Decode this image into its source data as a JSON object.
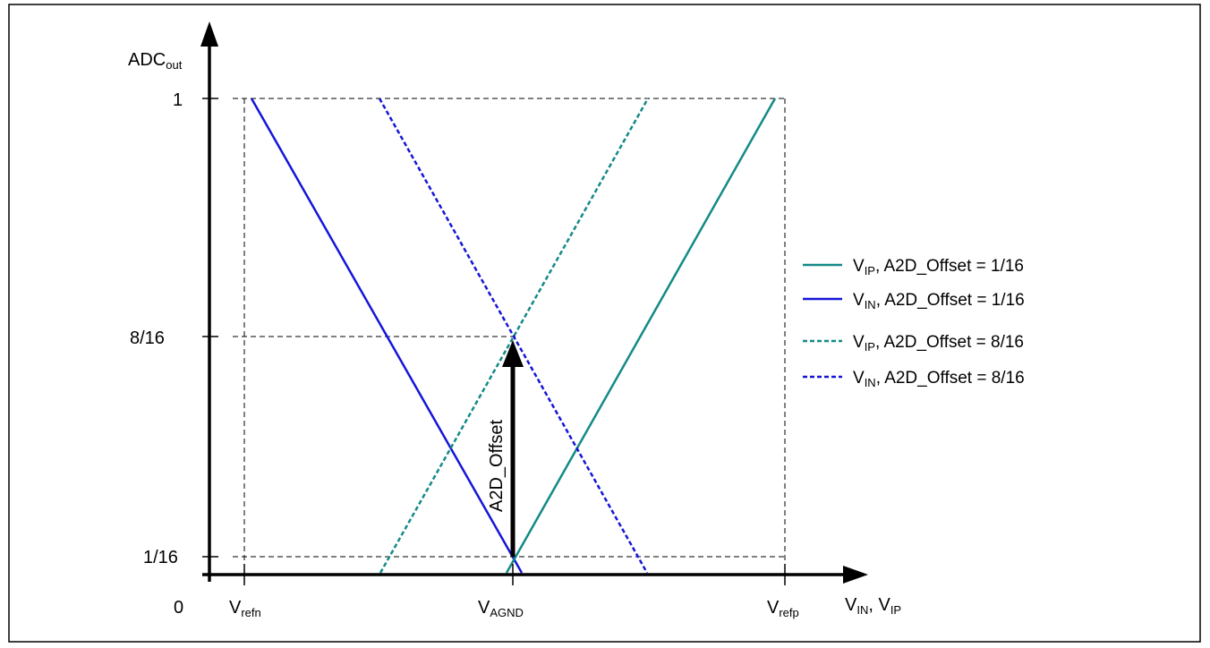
{
  "diagram": {
    "y_axis": {
      "label_main": "ADC",
      "label_sub": "out"
    },
    "x_axis": {
      "label_a_main": "V",
      "label_a_sub": "IN",
      "label_sep": ", ",
      "label_b_main": "V",
      "label_b_sub": "IP"
    },
    "y_ticks": {
      "top": "1",
      "mid": "8/16",
      "low": "1/16",
      "origin": "0"
    },
    "x_ticks": {
      "refn": {
        "main": "V",
        "sub": "refn"
      },
      "agnd": {
        "main": "V",
        "sub": "AGND"
      },
      "refp": {
        "main": "V",
        "sub": "refp"
      }
    },
    "arrow_label": "A2D_Offset",
    "legend": [
      {
        "main": "V",
        "sub": "IP",
        "rest": ", A2D_Offset = 1/16",
        "color": "#138a86",
        "style": "solid"
      },
      {
        "main": "V",
        "sub": "IN",
        "rest": ", A2D_Offset = 1/16",
        "color": "#1515d8",
        "style": "solid"
      },
      {
        "main": "V",
        "sub": "IP",
        "rest": ", A2D_Offset = 8/16",
        "color": "#138a86",
        "style": "dashed"
      },
      {
        "main": "V",
        "sub": "IN",
        "rest": ", A2D_Offset = 8/16",
        "color": "#1515d8",
        "style": "dashed"
      }
    ],
    "colors": {
      "teal": "#138a86",
      "blue": "#1515d8",
      "frame": "#000000"
    }
  }
}
